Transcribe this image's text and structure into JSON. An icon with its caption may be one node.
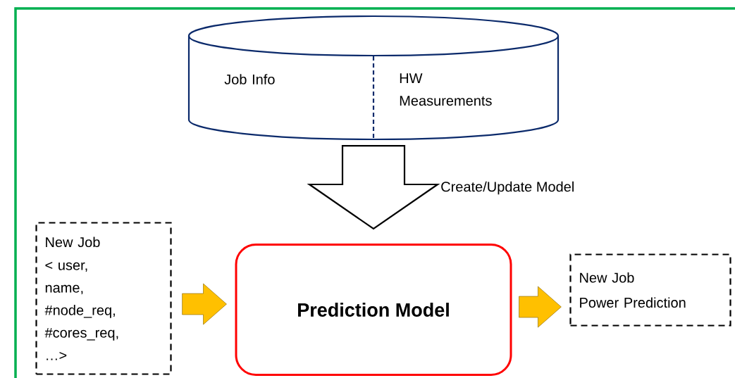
{
  "diagram": {
    "nodes": [
      {
        "text": [
          "Job Info",
          "HW Measurements"
        ]
      },
      {
        "text": [
          "New Job",
          "< user, name, #node_req, #cores_req, …>"
        ]
      },
      {
        "text": [
          "Prediction Model"
        ]
      },
      {
        "text": [
          "New Job",
          "Power Prediction"
        ]
      }
    ],
    "edges": [
      {
        "from": 0,
        "to": 2,
        "arrow": "to",
        "label": "Create/Update Model",
        "style": "thick"
      },
      {
        "from": 1,
        "to": 2,
        "arrow": "to"
      },
      {
        "from": 2,
        "to": 3,
        "arrow": "to"
      }
    ]
  }
}
